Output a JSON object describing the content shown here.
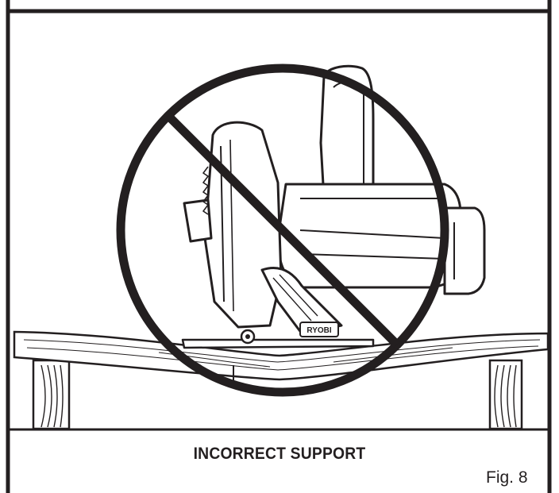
{
  "caption": "INCORRECT SUPPORT",
  "figure_label": "Fig. 8",
  "brand_mark": "RYOBI",
  "colors": {
    "ink": "#231f20",
    "paper": "#ffffff"
  }
}
